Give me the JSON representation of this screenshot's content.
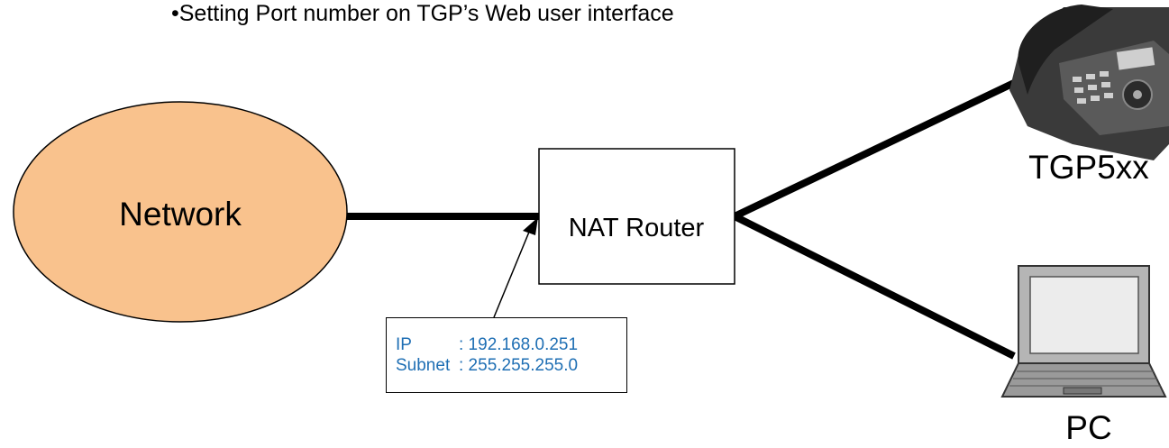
{
  "title": "•Setting Port number on TGP’s Web user interface",
  "nodes": {
    "network": "Network",
    "router": "NAT Router",
    "phone": "TGP5xx",
    "pc": "PC"
  },
  "ip_box": {
    "ip_label": "IP",
    "ip_value": ": 192.168.0.251",
    "subnet_label": "Subnet",
    "subnet_value": ": 255.255.255.0"
  },
  "colors": {
    "network_fill": "#f9c28d",
    "ip_text": "#1f6fb4",
    "line": "#000000"
  },
  "icons": [
    "desk-phone-icon",
    "laptop-icon"
  ]
}
